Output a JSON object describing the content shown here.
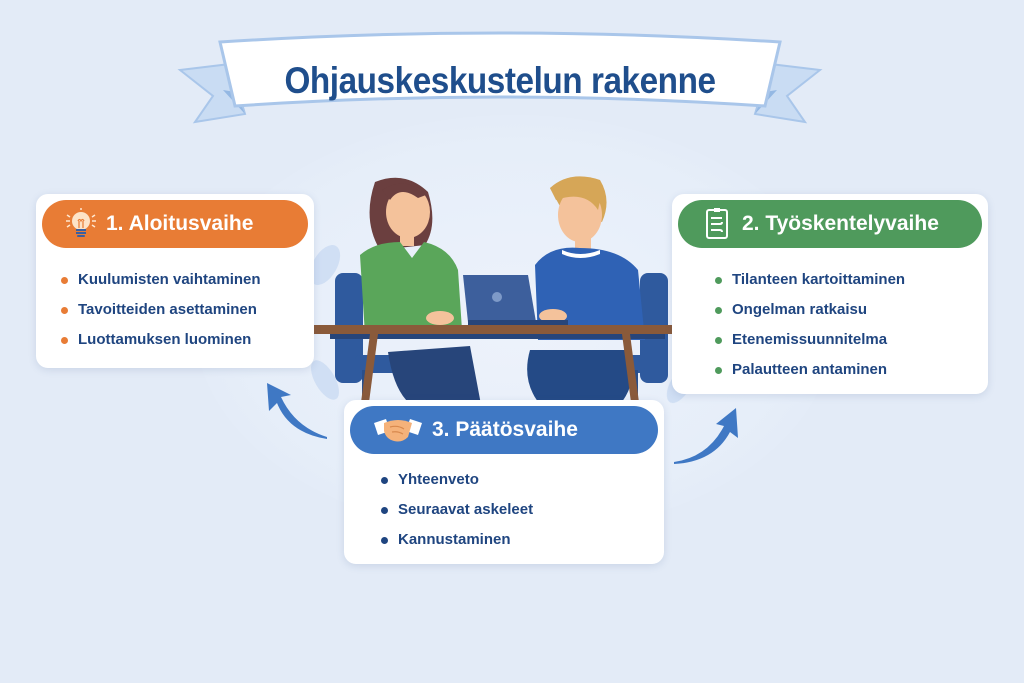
{
  "title": "Ohjauskeskustelun rakenne",
  "colors": {
    "background": "#e3ebf7",
    "title_text": "#1f4e8c",
    "ribbon_fill": "#ffffff",
    "ribbon_tail": "#b9d1ef",
    "phase1": "#e87c35",
    "phase2": "#4f9a5c",
    "phase3": "#3f78c4",
    "list_text": "#1f4580",
    "arrow": "#3f78c4"
  },
  "phases": [
    {
      "label": "1. Aloitusvaihe",
      "icon": "lightbulb-icon",
      "items": [
        "Kuulumisten vaihtaminen",
        "Tavoitteiden asettaminen",
        "Luottamuksen luominen"
      ]
    },
    {
      "label": "2. Työskentelyvaihe",
      "icon": "clipboard-icon",
      "items": [
        "Tilanteen kartoittaminen",
        "Ongelman ratkaisu",
        "Etenemissuunnitelma",
        "Palautteen antaminen"
      ]
    },
    {
      "label": "3. Päätösvaihe",
      "icon": "handshake-icon",
      "items": [
        "Yhteenveto",
        "Seuraavat askeleet",
        "Kannustaminen"
      ]
    }
  ],
  "illustration": {
    "description": "Two people sitting at a table with a laptop, having a counseling conversation"
  }
}
